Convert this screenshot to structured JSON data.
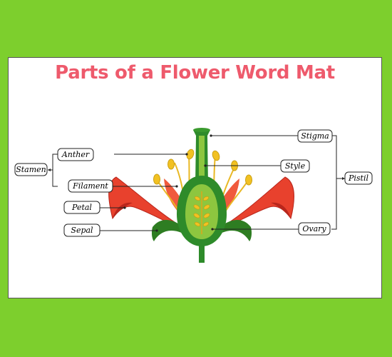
{
  "title": "Parts of a Flower Word Mat",
  "colors": {
    "background": "#7dcf2d",
    "title": "#ee5a6c",
    "petal": "#e8412d",
    "petal_dark": "#b8261c",
    "sepal": "#2e7d22",
    "stem": "#2e8b2a",
    "ovary_light": "#8dc63f",
    "anther": "#f2c122",
    "filament": "#e9b824"
  },
  "labels": {
    "anther": "Anther",
    "filament": "Filament",
    "petal": "Petal",
    "sepal": "Sepal",
    "stigma": "Stigma",
    "style": "Style",
    "ovary": "Ovary"
  },
  "groups": {
    "stamen": "Stamen",
    "pistil": "Pistil"
  }
}
